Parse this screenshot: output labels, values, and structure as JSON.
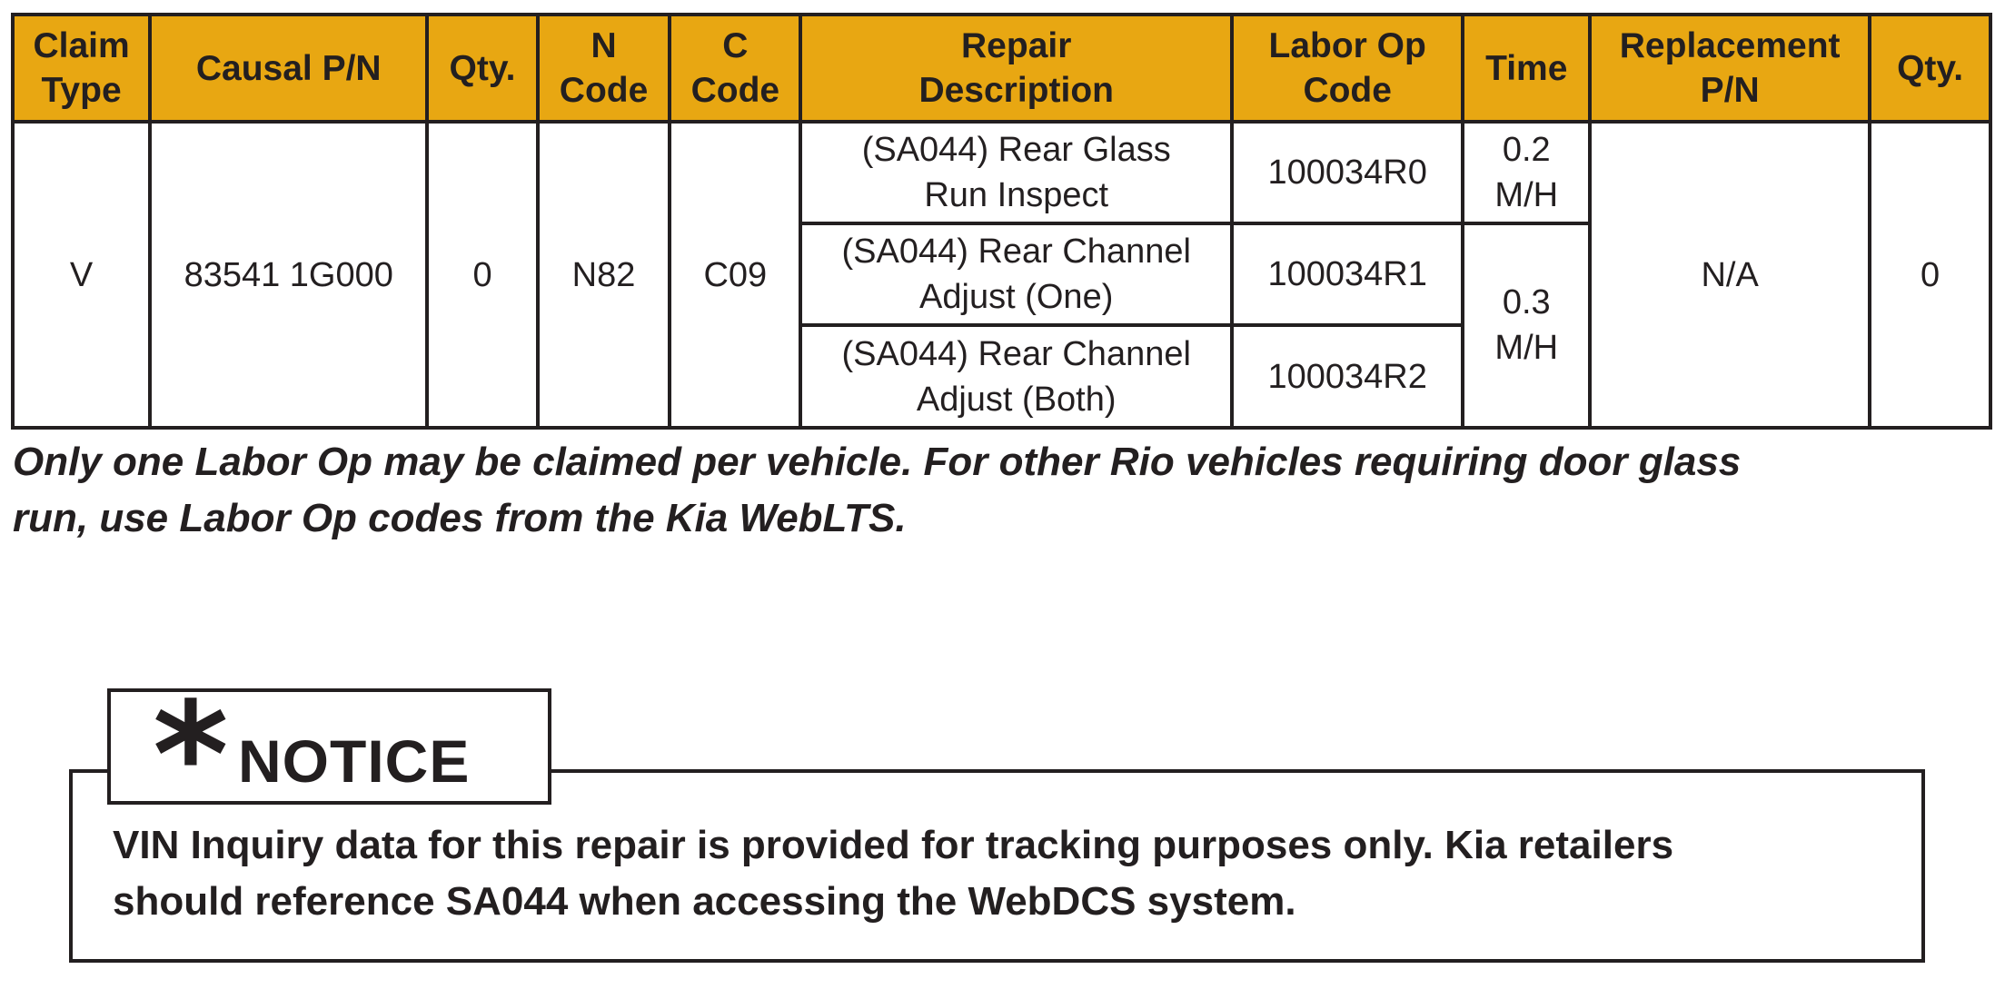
{
  "table": {
    "headers": [
      [
        "Claim",
        "Type"
      ],
      [
        "Causal P/N"
      ],
      [
        "Qty."
      ],
      [
        "N",
        "Code"
      ],
      [
        "C",
        "Code"
      ],
      [
        "Repair",
        "Description"
      ],
      [
        "Labor Op",
        "Code"
      ],
      [
        "Time"
      ],
      [
        "Replacement",
        "P/N"
      ],
      [
        "Qty."
      ]
    ],
    "claim_type": "V",
    "causal_pn": "83541 1G000",
    "causal_qty": "0",
    "n_code": "N82",
    "c_code": "C09",
    "repairs": [
      {
        "description": [
          "(SA044) Rear Glass",
          "Run Inspect"
        ],
        "labor_op": "100034R0"
      },
      {
        "description": [
          "(SA044) Rear Channel",
          "Adjust (One)"
        ],
        "labor_op": "100034R1"
      },
      {
        "description": [
          "(SA044) Rear Channel",
          "Adjust (Both)"
        ],
        "labor_op": "100034R2"
      }
    ],
    "times": [
      [
        "0.2",
        "M/H"
      ],
      [
        "0.3",
        "M/H"
      ]
    ],
    "replacement_pn": "N/A",
    "replacement_qty": "0"
  },
  "note": {
    "line1": "Only one Labor Op may be claimed per vehicle. For other Rio vehicles requiring door glass",
    "line2": "run, use Labor Op codes from the Kia WebLTS."
  },
  "notice": {
    "star": "*",
    "label": "NOTICE",
    "line1": "VIN Inquiry data for this repair is provided for tracking purposes only. Kia retailers",
    "line2": "should reference SA044 when accessing the WebDCS system."
  },
  "colors": {
    "header_bg": "#e8a712",
    "border": "#231f20",
    "text": "#231f20"
  }
}
